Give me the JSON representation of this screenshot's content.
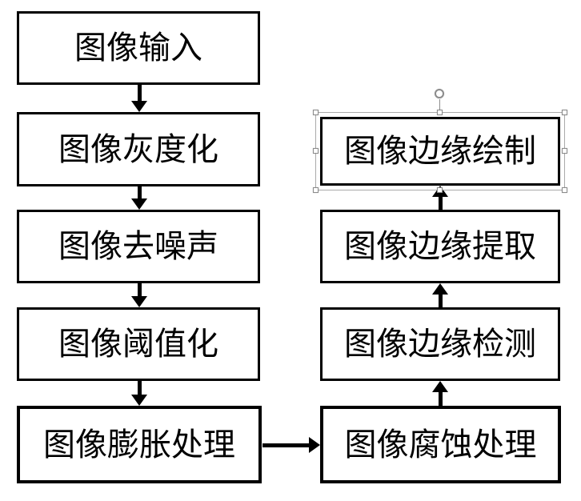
{
  "diagram": {
    "title": "image processing flowchart",
    "nodes": [
      {
        "id": "image-input",
        "label": "图像输入",
        "selected": false
      },
      {
        "id": "image-grayscale",
        "label": "图像灰度化",
        "selected": false
      },
      {
        "id": "image-denoise",
        "label": "图像去噪声",
        "selected": false
      },
      {
        "id": "image-threshold",
        "label": "图像阈值化",
        "selected": false
      },
      {
        "id": "image-dilate",
        "label": "图像膨胀处理",
        "selected": false
      },
      {
        "id": "image-erode",
        "label": "图像腐蚀处理",
        "selected": false
      },
      {
        "id": "edge-detect",
        "label": "图像边缘检测",
        "selected": false
      },
      {
        "id": "edge-extract",
        "label": "图像边缘提取",
        "selected": false
      },
      {
        "id": "edge-draw",
        "label": "图像边缘绘制",
        "selected": true
      }
    ],
    "edges": [
      {
        "from": "image-input",
        "to": "image-grayscale",
        "direction": "down"
      },
      {
        "from": "image-grayscale",
        "to": "image-denoise",
        "direction": "down"
      },
      {
        "from": "image-denoise",
        "to": "image-threshold",
        "direction": "down"
      },
      {
        "from": "image-threshold",
        "to": "image-dilate",
        "direction": "down"
      },
      {
        "from": "image-dilate",
        "to": "image-erode",
        "direction": "right"
      },
      {
        "from": "image-erode",
        "to": "edge-detect",
        "direction": "up"
      },
      {
        "from": "edge-detect",
        "to": "edge-extract",
        "direction": "up"
      },
      {
        "from": "edge-extract",
        "to": "edge-draw",
        "direction": "up"
      }
    ],
    "selected_node": "edge-draw",
    "colors": {
      "background": "#ffffff",
      "box_fill": "#ffffff",
      "box_border": "#000000",
      "text": "#000000",
      "selection": "#8c8c8c"
    }
  }
}
